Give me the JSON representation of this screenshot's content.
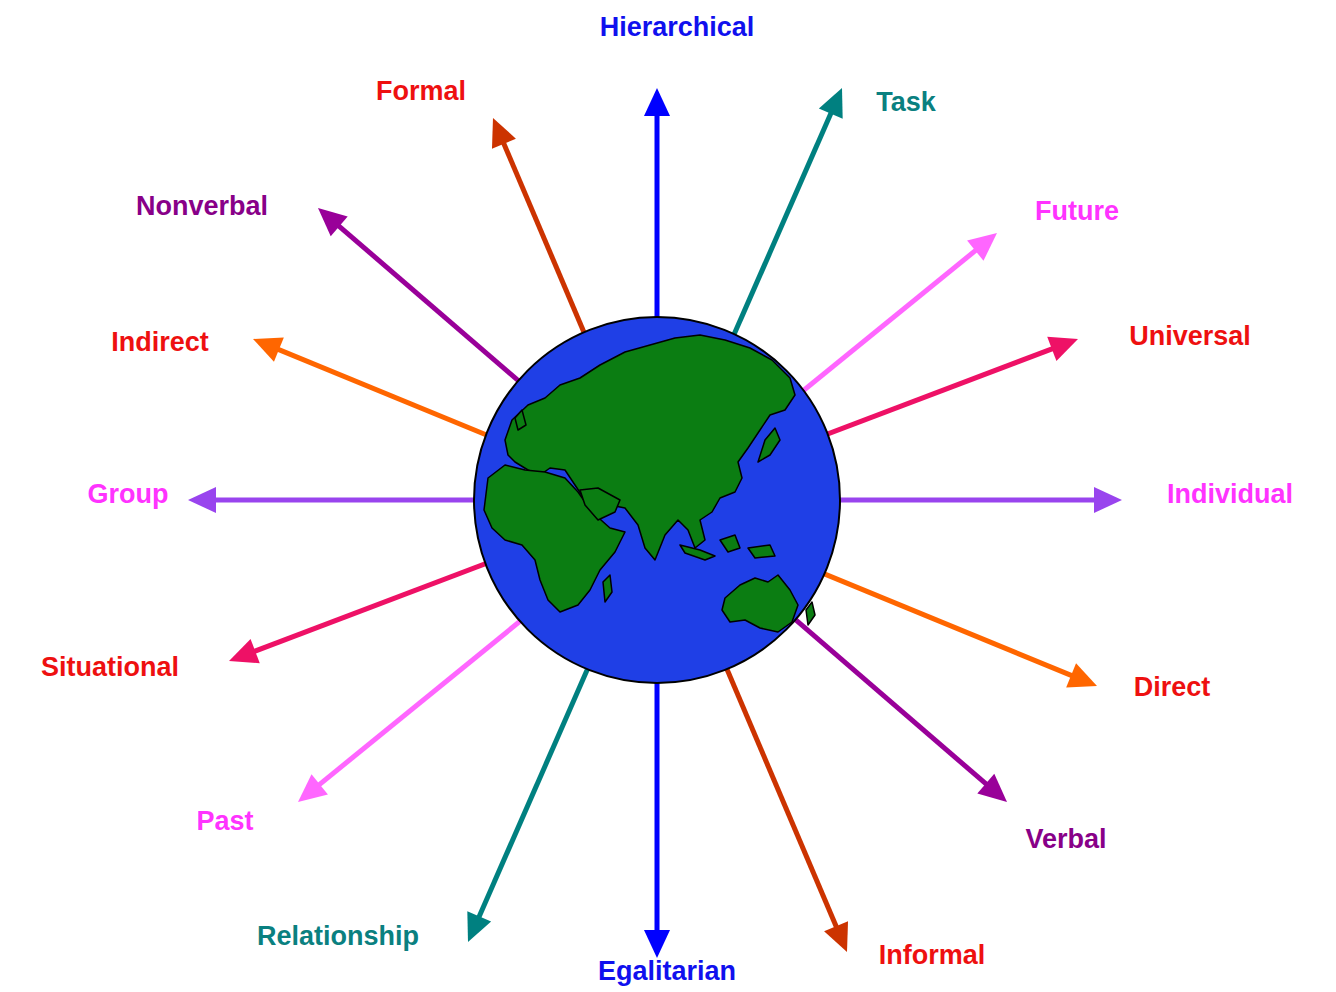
{
  "diagram": {
    "labels": [
      "Hierarchical",
      "Task",
      "Future",
      "Universal",
      "Individual",
      "Direct",
      "Verbal",
      "Informal",
      "Egalitarian",
      "Relationship",
      "Past",
      "Situational",
      "Group",
      "Indirect",
      "Nonverbal",
      "Formal"
    ]
  }
}
